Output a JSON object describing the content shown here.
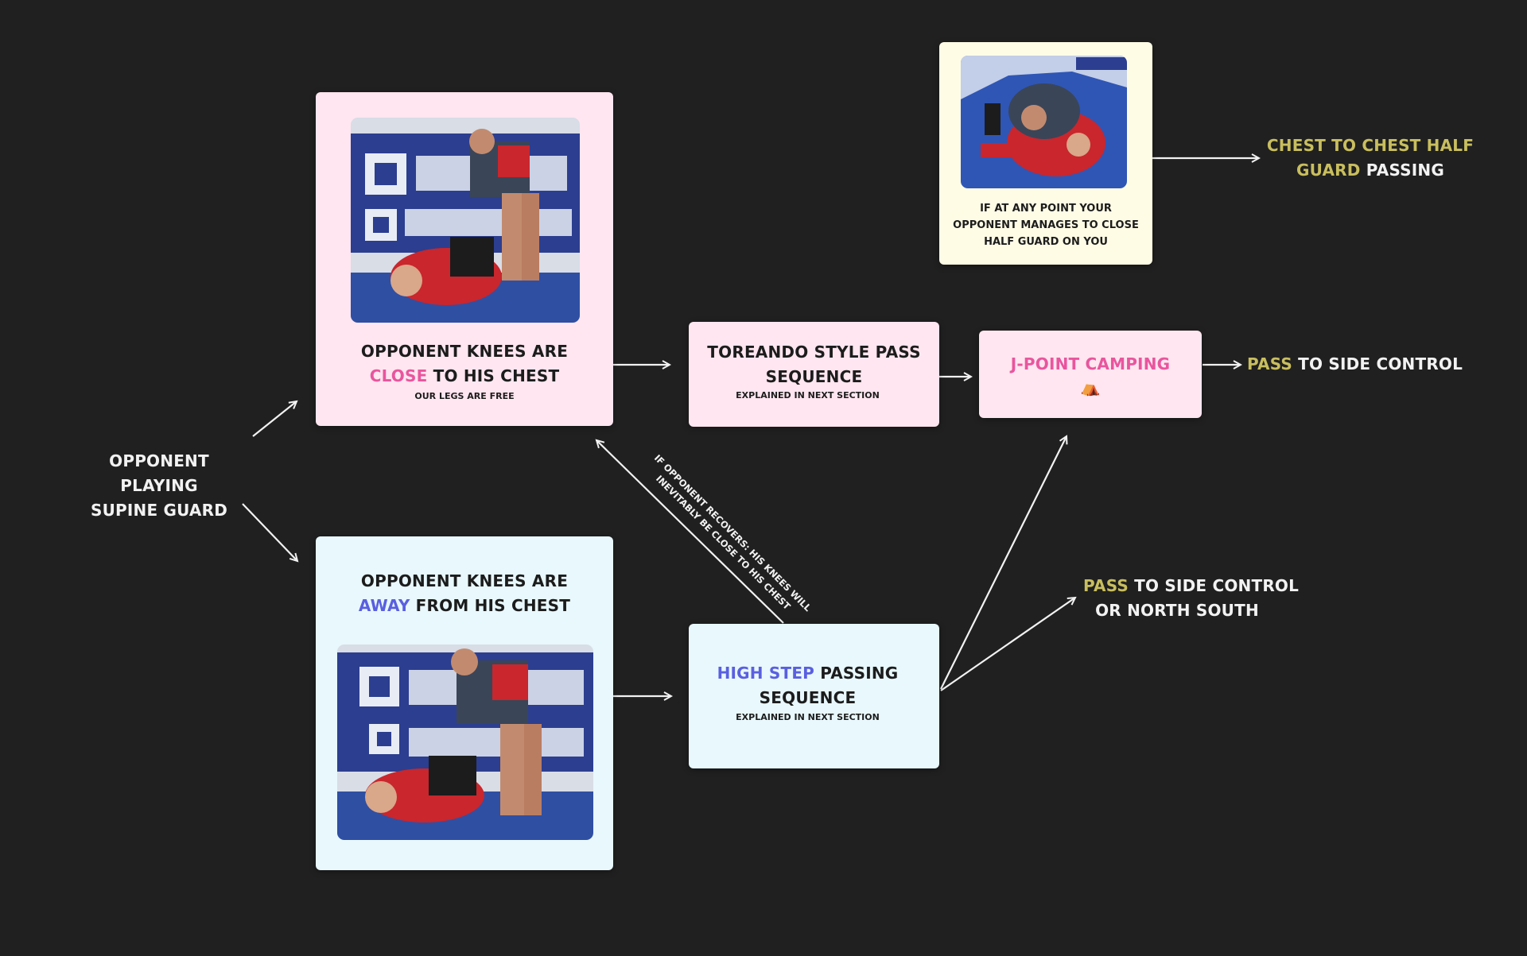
{
  "start": {
    "line1": "OPPONENT PLAYING",
    "line2": "SUPINE GUARD"
  },
  "close_card": {
    "line1": "OPPONENT KNEES ARE",
    "highlight": "CLOSE",
    "rest": " TO HIS CHEST",
    "sub": "OUR LEGS ARE FREE"
  },
  "away_card": {
    "line1": "OPPONENT KNEES ARE",
    "highlight": "AWAY",
    "rest": " FROM HIS CHEST"
  },
  "toreando_card": {
    "line1": "TOREANDO STYLE PASS",
    "line2": "SEQUENCE",
    "sub": "EXPLAINED IN NEXT SECTION"
  },
  "highstep_card": {
    "highlight": "HIGH STEP",
    "rest": " PASSING",
    "line2": "SEQUENCE",
    "sub": "EXPLAINED IN NEXT SECTION"
  },
  "jpoint_card": {
    "title": "J-POINT CAMPING",
    "emoji": "⛺"
  },
  "halfguard_card": {
    "line1": "IF AT ANY POINT YOUR",
    "line2": "OPPONENT MANAGES TO CLOSE",
    "line3": "HALF GUARD ON YOU"
  },
  "outcome_chest": {
    "highlight1": "CHEST TO CHEST HALF",
    "highlight2": "GUARD",
    "rest": " PASSING"
  },
  "outcome_side": {
    "highlight": "PASS",
    "rest": " TO SIDE CONTROL"
  },
  "outcome_side_ns": {
    "highlight": "PASS",
    "rest": " TO SIDE CONTROL",
    "line2": "OR NORTH SOUTH"
  },
  "recover_note": {
    "line1": "IF OPPONENT RECOVERS: HIS KNEES WILL",
    "line2": "INEVITABLY BE CLOSE TO HIS CHEST"
  },
  "colors": {
    "background": "#202020",
    "pink_card": "#FFE6F0",
    "blue_card": "#E8F8FD",
    "cream_card": "#FFFCE6",
    "pink_accent": "#E9559E",
    "blue_accent": "#5A5FE0",
    "gold_accent": "#C9BE5E"
  }
}
